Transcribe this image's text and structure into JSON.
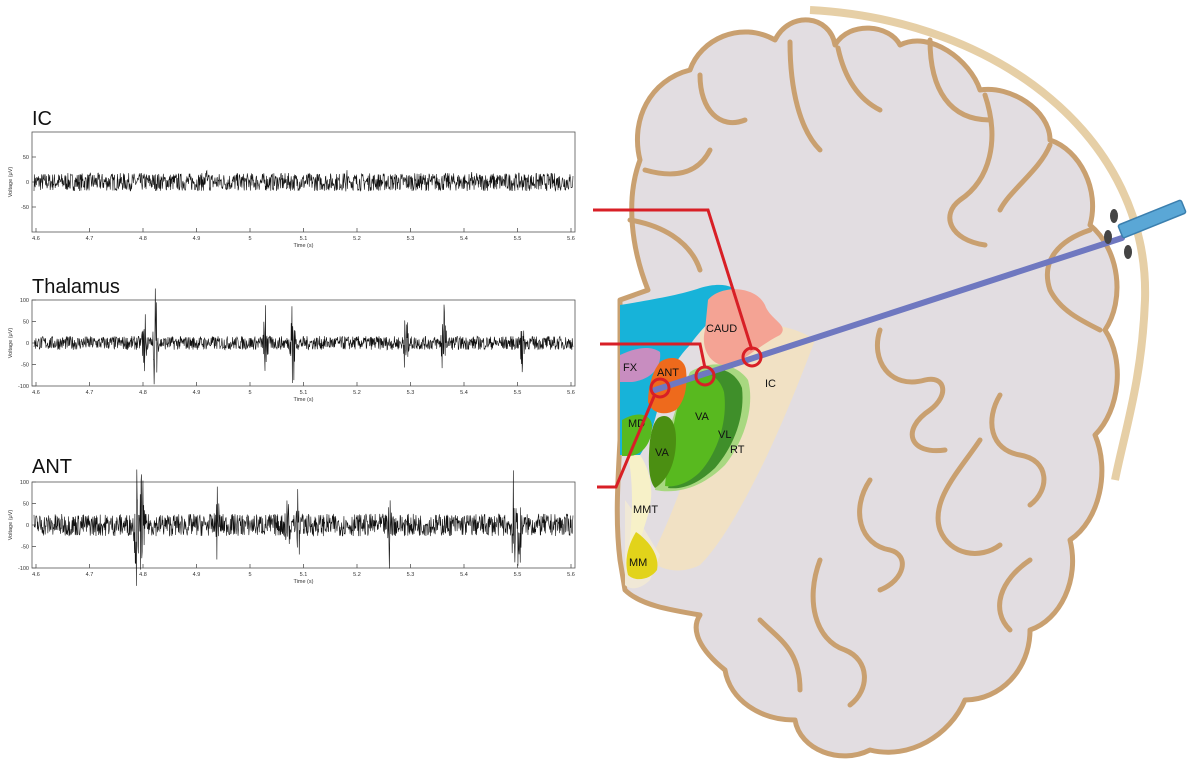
{
  "traces": [
    {
      "title": "IC",
      "ylabel": "Voltage (μV)",
      "xlabel": "Time (s)",
      "yticks": [
        "50",
        "0",
        "-50"
      ],
      "xticks": [
        "4.6",
        "4.7",
        "4.8",
        "4.9",
        "5",
        "5.1",
        "5.2",
        "5.3",
        "5.4",
        "5.5",
        "5.6"
      ]
    },
    {
      "title": "Thalamus",
      "ylabel": "Voltage (μV)",
      "xlabel": "Time (s)",
      "yticks": [
        "100",
        "50",
        "0",
        "-50",
        "-100"
      ],
      "xticks": [
        "4.6",
        "4.7",
        "4.8",
        "4.9",
        "5",
        "5.1",
        "5.2",
        "5.3",
        "5.4",
        "5.5",
        "5.6"
      ]
    },
    {
      "title": "ANT",
      "ylabel": "Voltage (μV)",
      "xlabel": "Time (s)",
      "yticks": [
        "100",
        "50",
        "0",
        "-50",
        "-100"
      ],
      "xticks": [
        "4.6",
        "4.7",
        "4.8",
        "4.9",
        "5",
        "5.1",
        "5.2",
        "5.3",
        "5.4",
        "5.5",
        "5.6"
      ]
    }
  ],
  "regions": {
    "caud": "CAUD",
    "fx": "FX",
    "ant": "ANT",
    "ic": "IC",
    "va_upper": "VA",
    "vl": "VL",
    "rt": "RT",
    "md": "MD",
    "va_lower": "VA",
    "mmt": "MMT",
    "mm": "MM"
  },
  "colors": {
    "brain_fill": "#e2dde1",
    "brain_outline": "#c9a070",
    "skull": "#e6cfa6",
    "probe": "#6f78c0",
    "connector": "#d81f26",
    "caud": "#f4a394",
    "ventricle": "#17b3d9",
    "fx": "#c88dc0",
    "ant": "#ee6a1c",
    "va": "#58b91f",
    "vl": "#3f8f2a",
    "rt": "#a8d880",
    "va_lower": "#4b8f12",
    "mm": "#e2d31a",
    "ic": "#f1e1c4",
    "trace": "#111111"
  },
  "icons": {
    "electrode": "electrode-connector-icon"
  }
}
